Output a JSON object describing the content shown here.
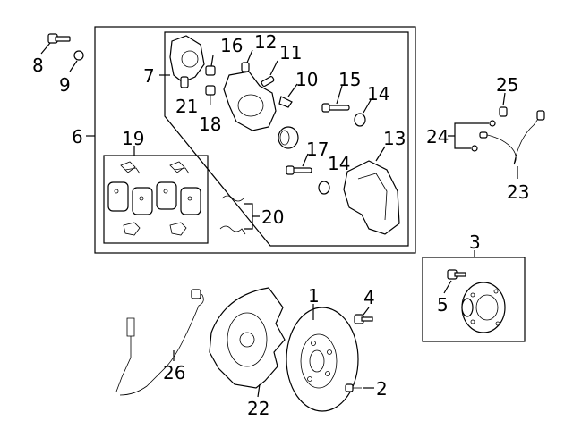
{
  "callouts": {
    "c1": "1",
    "c2": "2",
    "c3": "3",
    "c4": "4",
    "c5": "5",
    "c6": "6",
    "c7": "7",
    "c8": "8",
    "c9": "9",
    "c10": "10",
    "c11": "11",
    "c12": "12",
    "c13": "13",
    "c14a": "14",
    "c14b": "14",
    "c15": "15",
    "c16": "16",
    "c17": "17",
    "c18": "18",
    "c19": "19",
    "c20": "20",
    "c21": "21",
    "c22": "22",
    "c23": "23",
    "c24": "24",
    "c25": "25",
    "c26": "26"
  }
}
